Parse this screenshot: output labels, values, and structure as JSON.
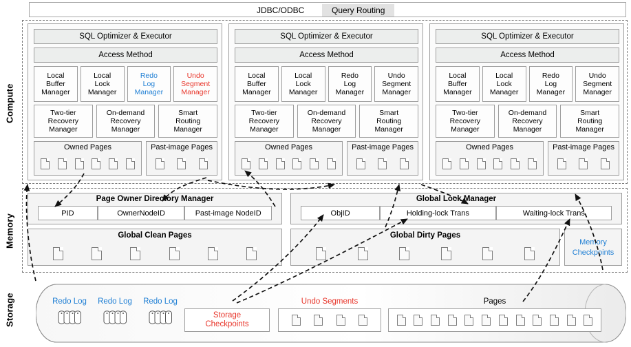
{
  "layers": [
    {
      "name": "Compute"
    },
    {
      "name": "Memory"
    },
    {
      "name": "Storage"
    }
  ],
  "client_bar": {
    "jdbc_label": "JDBC/ODBC",
    "query_routing_label": "Query Routing"
  },
  "compute": {
    "node_count": 3,
    "nodes": [
      {
        "sql_label": "SQL Optimizer & Executor",
        "access_label": "Access Method",
        "managers": [
          {
            "lines": [
              "Local",
              "Buffer",
              "Manager"
            ],
            "color": "black"
          },
          {
            "lines": [
              "Local",
              "Lock",
              "Manager"
            ],
            "color": "black"
          },
          {
            "lines": [
              "Redo",
              "Log",
              "Manager"
            ],
            "color": "blue"
          },
          {
            "lines": [
              "Undo",
              "Segment",
              "Manager"
            ],
            "color": "red"
          }
        ],
        "recovery": [
          {
            "lines": [
              "Two-tier",
              "Recovery",
              "Manager"
            ]
          },
          {
            "lines": [
              "On-demand",
              "Recovery",
              "Manager"
            ]
          },
          {
            "lines": [
              "Smart",
              "Routing",
              "Manager"
            ]
          }
        ],
        "owned_pages": {
          "label": "Owned Pages",
          "count": 6
        },
        "past_image_pages": {
          "label": "Past-image Pages",
          "count": 3
        }
      },
      {
        "sql_label": "SQL Optimizer & Executor",
        "access_label": "Access Method",
        "managers": [
          {
            "lines": [
              "Local",
              "Buffer",
              "Manager"
            ],
            "color": "black"
          },
          {
            "lines": [
              "Local",
              "Lock",
              "Manager"
            ],
            "color": "black"
          },
          {
            "lines": [
              "Redo",
              "Log",
              "Manager"
            ],
            "color": "black"
          },
          {
            "lines": [
              "Undo",
              "Segment",
              "Manager"
            ],
            "color": "black"
          }
        ],
        "recovery": [
          {
            "lines": [
              "Two-tier",
              "Recovery",
              "Manager"
            ]
          },
          {
            "lines": [
              "On-demand",
              "Recovery",
              "Manager"
            ]
          },
          {
            "lines": [
              "Smart",
              "Routing",
              "Manager"
            ]
          }
        ],
        "owned_pages": {
          "label": "Owned Pages",
          "count": 6
        },
        "past_image_pages": {
          "label": "Past-image Pages",
          "count": 3
        }
      },
      {
        "sql_label": "SQL Optimizer & Executor",
        "access_label": "Access Method",
        "managers": [
          {
            "lines": [
              "Local",
              "Buffer",
              "Manager"
            ],
            "color": "black"
          },
          {
            "lines": [
              "Local",
              "Lock",
              "Manager"
            ],
            "color": "black"
          },
          {
            "lines": [
              "Redo",
              "Log",
              "Manager"
            ],
            "color": "black"
          },
          {
            "lines": [
              "Undo",
              "Segment",
              "Manager"
            ],
            "color": "black"
          }
        ],
        "recovery": [
          {
            "lines": [
              "Two-tier",
              "Recovery",
              "Manager"
            ]
          },
          {
            "lines": [
              "On-demand",
              "Recovery",
              "Manager"
            ]
          },
          {
            "lines": [
              "Smart",
              "Routing",
              "Manager"
            ]
          }
        ],
        "owned_pages": {
          "label": "Owned Pages",
          "count": 6
        },
        "past_image_pages": {
          "label": "Past-image Pages",
          "count": 3
        }
      }
    ]
  },
  "memory": {
    "page_owner_directory_manager": {
      "title": "Page Owner Directory Manager",
      "columns": [
        "PID",
        "OwnerNodeID",
        "Past-image NodeID"
      ]
    },
    "global_lock_manager": {
      "title": "Global Lock Manager",
      "columns": [
        "ObjID",
        "Holding-lock Trans",
        "Waiting-lock Trans"
      ]
    },
    "global_clean_pages": {
      "title": "Global Clean Pages",
      "count": 6
    },
    "global_dirty_pages": {
      "title": "Global Dirty Pages",
      "count": 6
    },
    "memory_checkpoints": {
      "lines": [
        "Memory",
        "Checkpoints"
      ],
      "color": "blue"
    }
  },
  "storage": {
    "redo_logs": [
      {
        "label": "Redo Log",
        "color": "blue"
      },
      {
        "label": "Redo Log",
        "color": "blue"
      },
      {
        "label": "Redo Log",
        "color": "blue"
      }
    ],
    "storage_checkpoints": {
      "lines": [
        "Storage",
        "Checkpoints"
      ],
      "color": "red"
    },
    "undo_segments": {
      "label": "Undo Segments",
      "color": "red",
      "count": 4
    },
    "pages": {
      "label": "Pages",
      "color": "black",
      "count": 12
    }
  },
  "colors": {
    "blue": "#1F7FD4",
    "red": "#E8352A",
    "black": "#000000",
    "border": "#9d9d9d",
    "header_fill": "#eceeed",
    "panel_fill": "#f4f4f4",
    "routing_fill": "#e2e2e2"
  }
}
